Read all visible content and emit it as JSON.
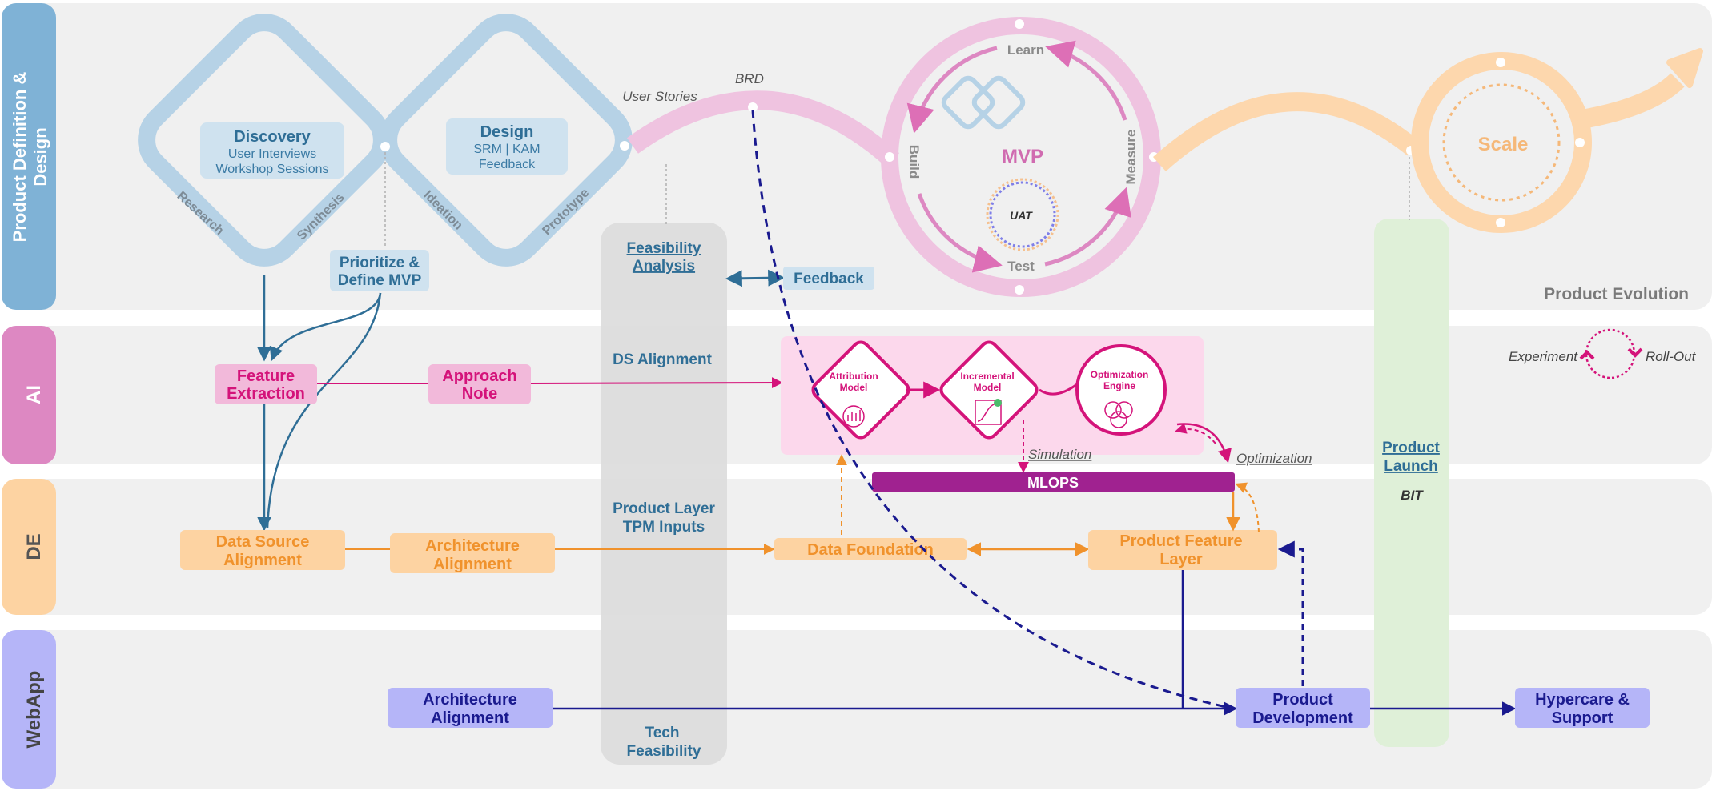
{
  "colors": {
    "band_bg": "#f0f0f0",
    "pd_accent": "#7fb2d6",
    "ai_accent": "#dd88c2",
    "de_accent": "#fdd3a2",
    "web_accent": "#b5b5f8",
    "blue_diamond": "#b6d2e6",
    "pink_circle": "#efc3e0",
    "orange_circle": "#fdd7ad",
    "magenta": "#d4137a",
    "mlops": "#a02290",
    "dark_blue": "#1a1a8f",
    "orange_line": "#f0922c",
    "green_pill": "#dff0d8",
    "gray_pill": "#dcdcdc"
  },
  "rows": {
    "pd": "Product Definition & Design",
    "ai": "AI",
    "de": "DE",
    "web": "WebApp"
  },
  "pd": {
    "discovery_title": "Discovery",
    "discovery_line1": "User Interviews",
    "discovery_line2": "Workshop Sessions",
    "design_title": "Design",
    "design_line1": "SRM | KAM",
    "design_line2": "Feedback",
    "research": "Research",
    "synthesis": "Synthesis",
    "ideation": "Ideation",
    "prototype": "Prototype",
    "prioritize_line1": "Prioritize &",
    "prioritize_line2": "Define MVP",
    "user_stories": "User Stories",
    "brd": "BRD",
    "mvp": "MVP",
    "learn": "Learn",
    "build": "Build",
    "measure": "Measure",
    "test": "Test",
    "uat": "UAT",
    "scale": "Scale",
    "product_evolution": "Product  Evolution",
    "feedback": "Feedback"
  },
  "feasibility": {
    "analysis_line1": "Feasibility",
    "analysis_line2": "Analysis",
    "ds_alignment": "DS Alignment",
    "product_layer_line1": "Product Layer",
    "product_layer_line2": "TPM Inputs",
    "tech_line1": "Tech",
    "tech_line2": "Feasibility"
  },
  "ai": {
    "feature_line1": "Feature",
    "feature_line2": "Extraction",
    "approach_line1": "Approach",
    "approach_line2": "Note",
    "attribution_line1": "Attribution",
    "attribution_line2": "Model",
    "incremental_line1": "Incremental",
    "incremental_line2": "Model",
    "optimization_line1": "Optimization",
    "optimization_line2": "Engine",
    "simulation": "Simulation",
    "optimization": "Optimization",
    "experiment": "Experiment",
    "rollout": "Roll-Out"
  },
  "de": {
    "data_source_line1": "Data Source",
    "data_source_line2": "Alignment",
    "architecture_line1": "Architecture",
    "architecture_line2": "Alignment",
    "data_foundation": "Data Foundation",
    "pfl_line1": "Product Feature",
    "pfl_line2": "Layer",
    "mlops": "MLOPS"
  },
  "web": {
    "architecture_line1": "Architecture",
    "architecture_line2": "Alignment",
    "product_dev_line1": "Product",
    "product_dev_line2": "Development",
    "hypercare_line1": "Hypercare &",
    "hypercare_line2": "Support"
  },
  "launch": {
    "line1": "Product",
    "line2": "Launch",
    "bit": "BIT"
  }
}
